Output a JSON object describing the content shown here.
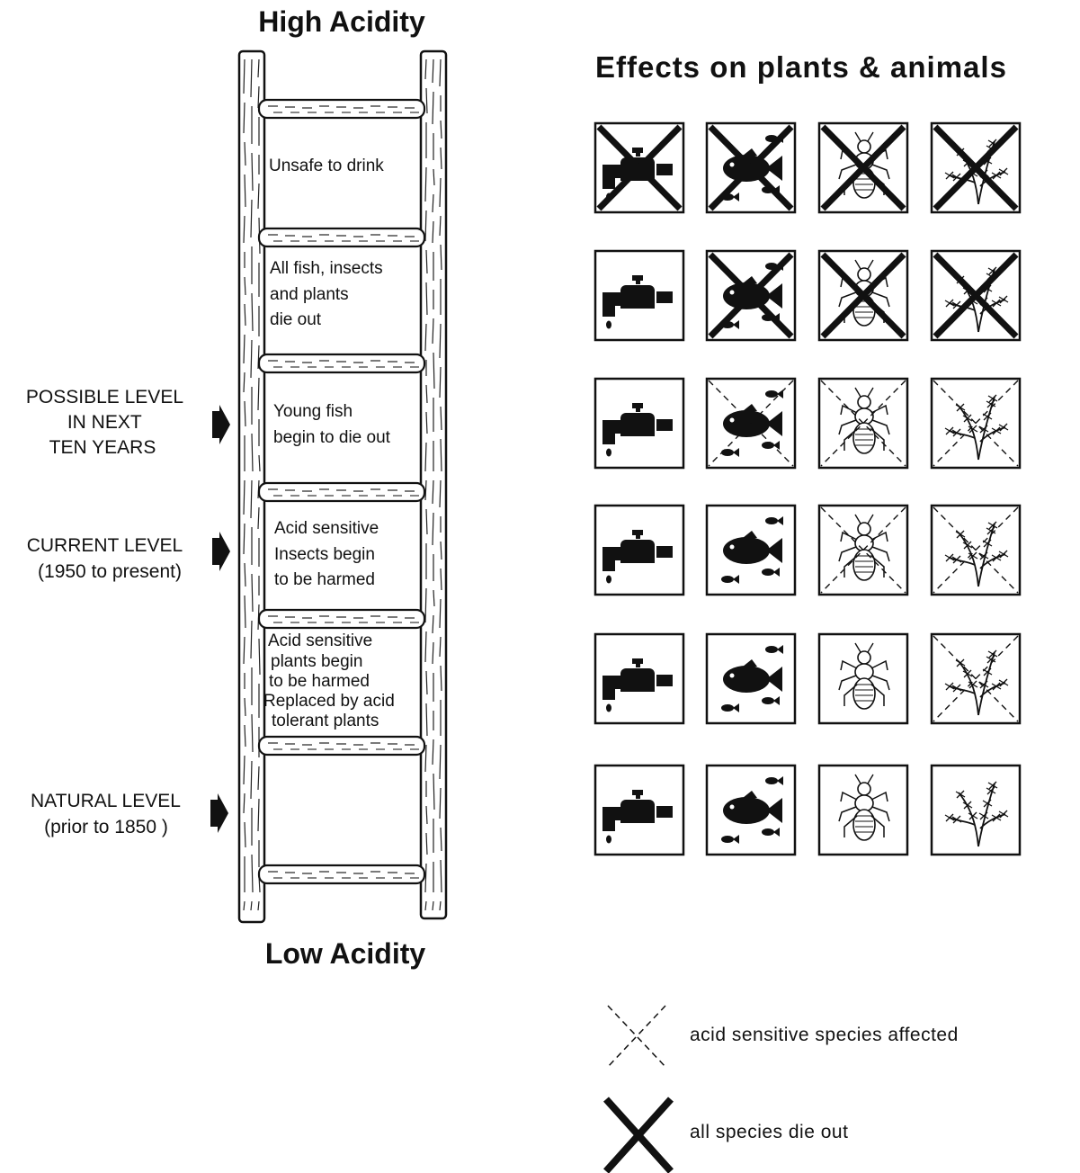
{
  "ladder": {
    "top_label": "High Acidity",
    "bottom_label": "Low Acidity",
    "rungs": [
      {
        "lines": [
          "Unsafe to drink"
        ]
      },
      {
        "lines": [
          "All fish, insects",
          "and plants",
          "die out"
        ]
      },
      {
        "lines": [
          "Young fish",
          "begin to die out"
        ]
      },
      {
        "lines": [
          "Acid sensitive",
          "Insects begin",
          "to be harmed"
        ]
      },
      {
        "lines": [
          "Acid sensitive",
          "plants begin",
          "to be harmed",
          "Replaced by acid",
          "tolerant plants"
        ]
      },
      {
        "lines": []
      }
    ]
  },
  "markers": [
    {
      "lines": [
        "POSSIBLE LEVEL",
        "IN NEXT",
        "TEN YEARS"
      ],
      "rung": 2
    },
    {
      "lines": [
        "CURRENT LEVEL",
        "(1950 to present)"
      ],
      "rung": 3
    },
    {
      "lines": [
        "NATURAL LEVEL",
        "(prior to 1850 )"
      ],
      "rung": 5
    }
  ],
  "effects": {
    "title": "Effects on plants & animals",
    "columns": [
      "tap-icon",
      "fish-icon",
      "insect-icon",
      "plant-icon"
    ],
    "rows": [
      [
        "solid",
        "solid",
        "solid",
        "solid"
      ],
      [
        "none",
        "solid",
        "solid",
        "solid"
      ],
      [
        "none",
        "dashed",
        "dashed",
        "dashed"
      ],
      [
        "none",
        "none",
        "dashed",
        "dashed"
      ],
      [
        "none",
        "none",
        "none",
        "dashed"
      ],
      [
        "none",
        "none",
        "none",
        "none"
      ]
    ]
  },
  "legend": {
    "dashed_label": "acid sensitive species affected",
    "solid_label": "all species die out"
  }
}
